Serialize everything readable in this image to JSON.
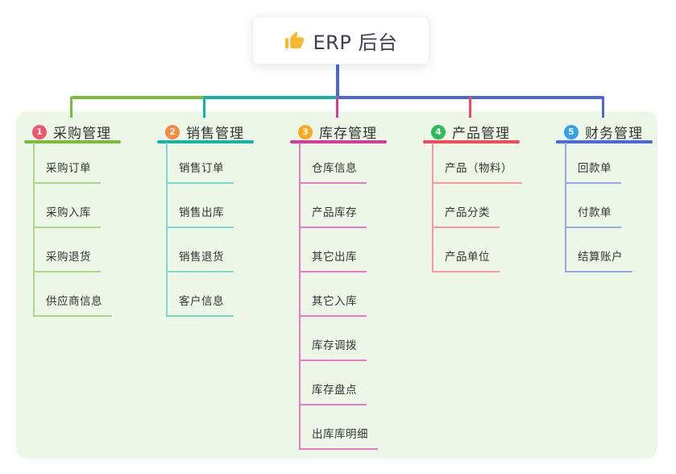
{
  "root": {
    "label": "ERP 后台",
    "icon": "thumbs-up-icon"
  },
  "branches": [
    {
      "id": "purchase-management",
      "index": "1",
      "label": "采购管理",
      "color": "#7cbc3c",
      "light_color": "#abd78a",
      "badge_color": "#f2566e",
      "children": [
        "采购订单",
        "采购入库",
        "采购退货",
        "供应商信息"
      ]
    },
    {
      "id": "sales-management",
      "index": "2",
      "label": "销售管理",
      "color": "#16b3a8",
      "light_color": "#7fd6cc",
      "badge_color": "#f88a42",
      "children": [
        "销售订单",
        "销售出库",
        "销售退货",
        "客户信息"
      ]
    },
    {
      "id": "inventory-management",
      "index": "3",
      "label": "库存管理",
      "color": "#d23ca2",
      "light_color": "#ec77c5",
      "badge_color": "#fdaa21",
      "children": [
        "仓库信息",
        "产品库存",
        "其它出库",
        "其它入库",
        "库存调拨",
        "库存盘点",
        "出库库明细"
      ]
    },
    {
      "id": "product-management",
      "index": "4",
      "label": "产品管理",
      "color": "#f54a5e",
      "light_color": "#f898a1",
      "badge_color": "#2ebd5b",
      "children": [
        "产品（物料）",
        "产品分类",
        "产品单位"
      ]
    },
    {
      "id": "finance-management",
      "index": "5",
      "label": "财务管理",
      "color": "#4b68d8",
      "light_color": "#93a9e8",
      "badge_color": "#33a0ec",
      "children": [
        "回款单",
        "付款单",
        "结算账户"
      ]
    }
  ],
  "colors": {
    "panel_background": "#edf7e8",
    "root_line": "#4b68d8",
    "text": "#333333",
    "root_text": "#3a4057",
    "thumb_icon": "#f5b82e"
  },
  "layout_numbers": {
    "branch_count": "5"
  }
}
